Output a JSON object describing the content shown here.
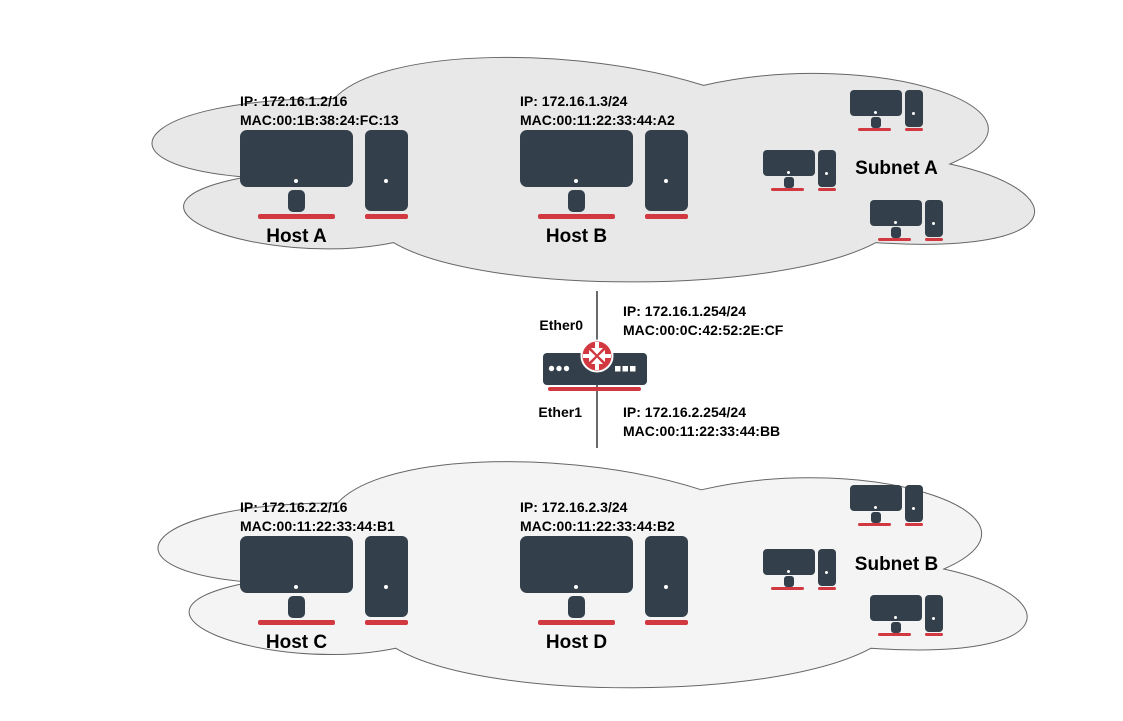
{
  "diagram": {
    "subnet_a": {
      "label": "Subnet A",
      "workstation_count": 3
    },
    "subnet_b": {
      "label": "Subnet B",
      "workstation_count": 3
    },
    "hosts": [
      {
        "name": "Host A",
        "ip": "IP: 172.16.1.2/16",
        "mac": "MAC:00:1B:38:24:FC:13"
      },
      {
        "name": "Host B",
        "ip": "IP: 172.16.1.3/24",
        "mac": "MAC:00:11:22:33:44:A2"
      },
      {
        "name": "Host C",
        "ip": "IP: 172.16.2.2/16",
        "mac": "MAC:00:11:22:33:44:B1"
      },
      {
        "name": "Host D",
        "ip": "IP: 172.16.2.3/24",
        "mac": "MAC:00:11:22:33:44:B2"
      }
    ],
    "router": {
      "interfaces": [
        {
          "name": "Ether0",
          "ip": "IP: 172.16.1.254/24",
          "mac": "MAC:00:0C:42:52:2E:CF"
        },
        {
          "name": "Ether1",
          "ip": "IP: 172.16.2.254/24",
          "mac": "MAC:00:11:22:33:44:BB"
        }
      ]
    },
    "colors": {
      "device": "#333f4a",
      "accent_red": "#d23840",
      "cloud_a_fill": "#e8e8e8",
      "cloud_b_fill": "#f4f4f4",
      "cloud_stroke": "#666666",
      "link_line": "#444444",
      "text": "#000000",
      "background": "#ffffff"
    }
  }
}
